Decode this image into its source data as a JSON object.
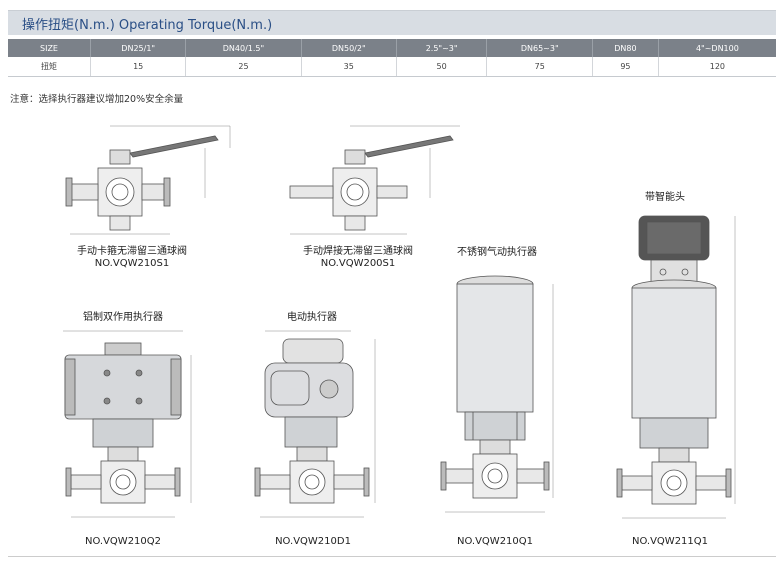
{
  "header": {
    "title": "操作扭矩(N.m.) Operating Torque(N.m.)"
  },
  "table": {
    "columns": [
      "SIZE",
      "DN25/1\"",
      "DN40/1.5\"",
      "DN50/2\"",
      "2.5\"~3\"",
      "DN65~3\"",
      "DN80",
      "4\"~DN100"
    ],
    "row": [
      "扭矩",
      "15",
      "25",
      "35",
      "50",
      "75",
      "95",
      "120"
    ]
  },
  "note": "注意：选择执行器建议增加20%安全余量",
  "figures": {
    "f1_title": "手动卡箍无滞留三通球阀",
    "f1_model": "NO.VQW210S1",
    "f2_title": "手动焊接无滞留三通球阀",
    "f2_model": "NO.VQW200S1",
    "f3_title": "不锈钢气动执行器",
    "f3_model": "NO.VQW210Q1",
    "f4_title": "带智能头",
    "f4_model": "NO.VQW211Q1",
    "f5_title": "铝制双作用执行器",
    "f5_model": "NO.VQW210Q2",
    "f6_title": "电动执行器",
    "f6_model": "NO.VQW210D1"
  }
}
